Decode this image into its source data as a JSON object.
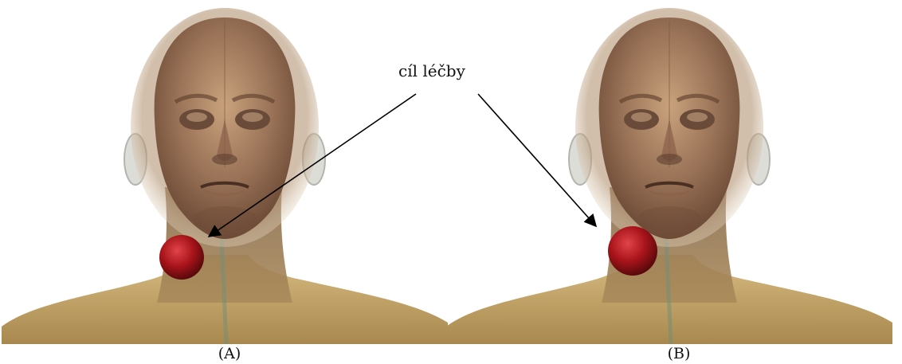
{
  "annotation": {
    "label": "cíl léčby"
  },
  "panels": [
    {
      "id": "A",
      "caption": "(A)"
    },
    {
      "id": "B",
      "caption": "(B)"
    }
  ],
  "colors": {
    "skin": "#9a7358",
    "skin_highlight": "#c9a27c",
    "tumor": "#a8141a",
    "shoulder": "#c9a86a"
  }
}
